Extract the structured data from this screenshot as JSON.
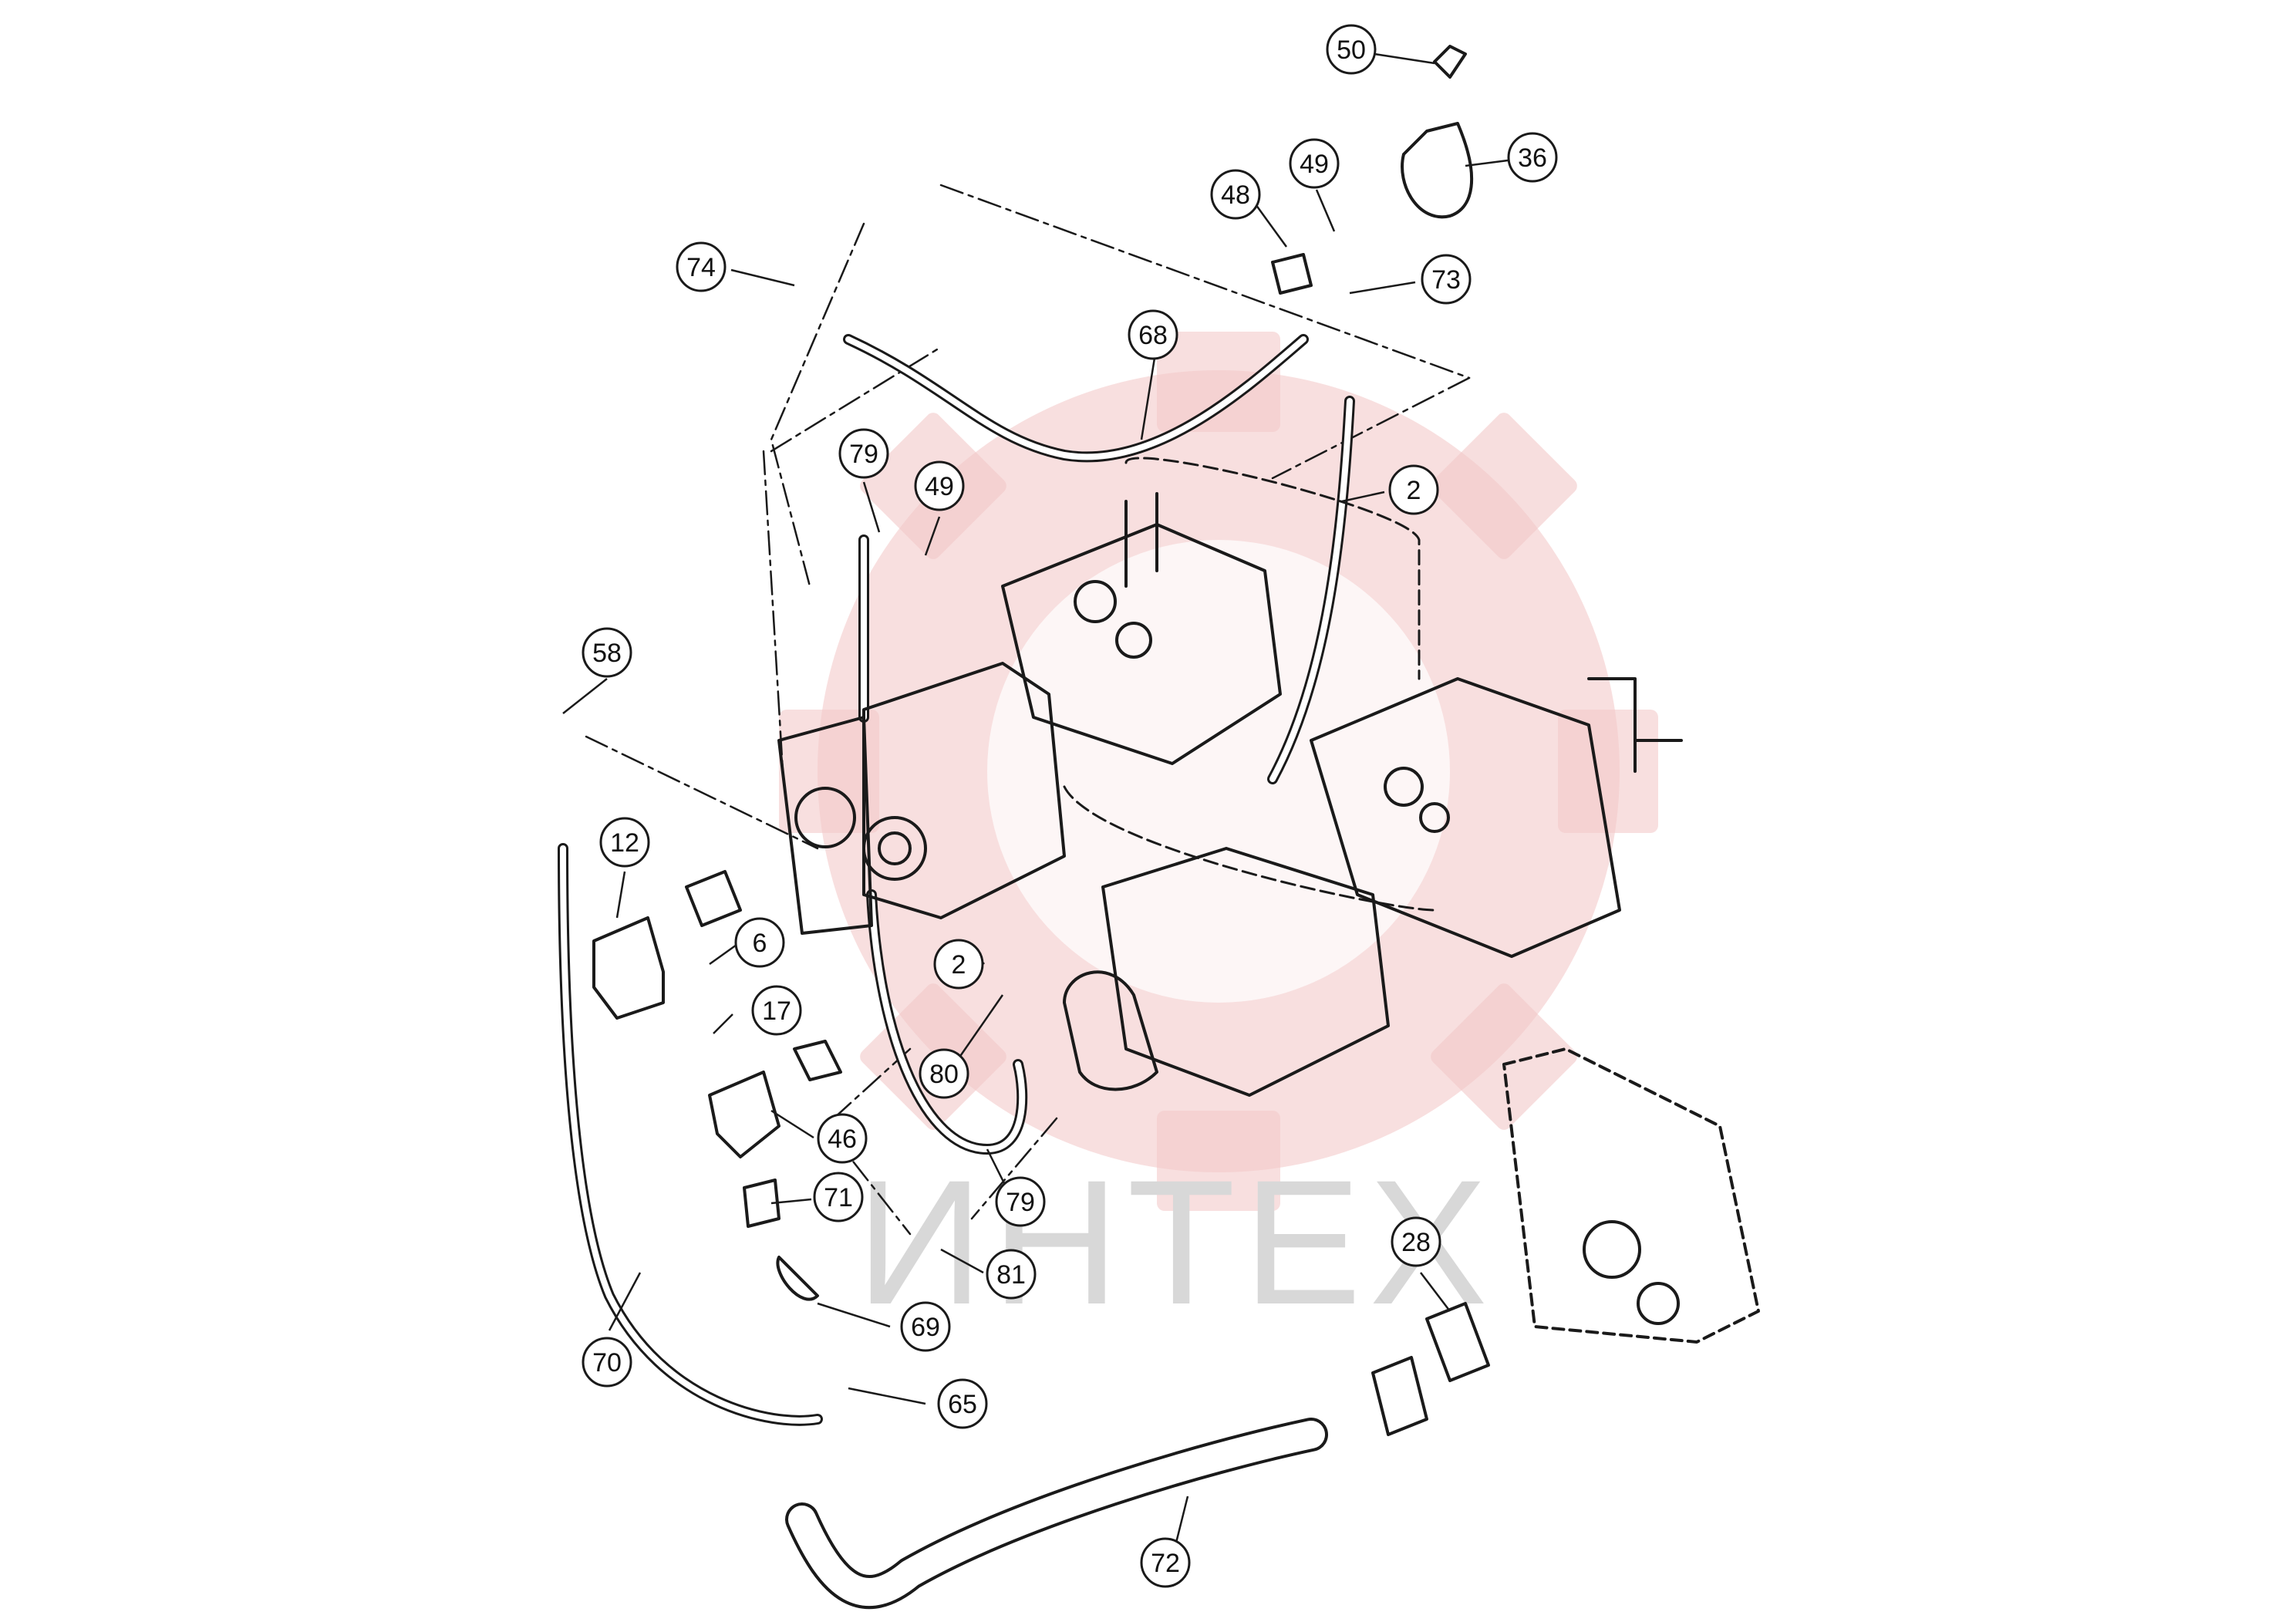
{
  "watermark": {
    "text": "ИНТЕХ",
    "gear_color": "#f3c9c9",
    "text_color": "#d8d8d8"
  },
  "line_color": "#1a1a1a",
  "callouts": [
    {
      "id": "c50",
      "label": "50"
    },
    {
      "id": "c36",
      "label": "36"
    },
    {
      "id": "c48",
      "label": "48"
    },
    {
      "id": "c49a",
      "label": "49"
    },
    {
      "id": "c73",
      "label": "73"
    },
    {
      "id": "c74",
      "label": "74"
    },
    {
      "id": "c68",
      "label": "68"
    },
    {
      "id": "c79a",
      "label": "79"
    },
    {
      "id": "c49b",
      "label": "49"
    },
    {
      "id": "c2a",
      "label": "2"
    },
    {
      "id": "c58",
      "label": "58"
    },
    {
      "id": "c12",
      "label": "12"
    },
    {
      "id": "c6",
      "label": "6"
    },
    {
      "id": "c17",
      "label": "17"
    },
    {
      "id": "c2b",
      "label": "2"
    },
    {
      "id": "c80",
      "label": "80"
    },
    {
      "id": "c46",
      "label": "46"
    },
    {
      "id": "c71",
      "label": "71"
    },
    {
      "id": "c79b",
      "label": "79"
    },
    {
      "id": "c81",
      "label": "81"
    },
    {
      "id": "c28",
      "label": "28"
    },
    {
      "id": "c69",
      "label": "69"
    },
    {
      "id": "c70",
      "label": "70"
    },
    {
      "id": "c65",
      "label": "65"
    },
    {
      "id": "c72",
      "label": "72"
    }
  ]
}
